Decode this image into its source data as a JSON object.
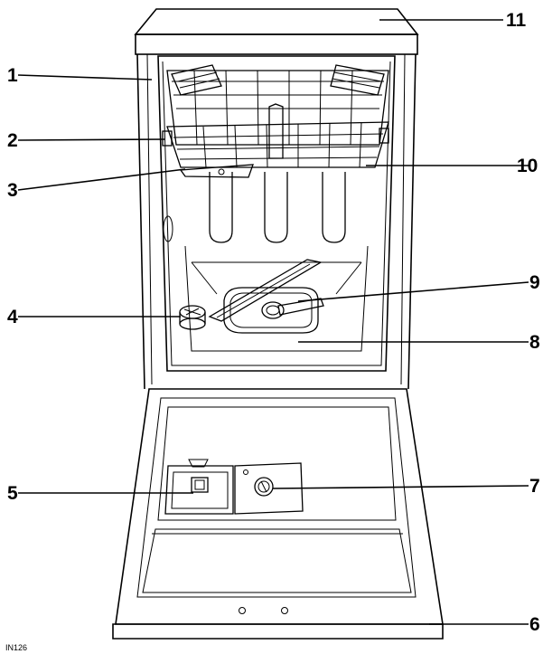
{
  "callouts": [
    {
      "id": "1",
      "text": "1"
    },
    {
      "id": "2",
      "text": "2"
    },
    {
      "id": "3",
      "text": "3"
    },
    {
      "id": "4",
      "text": "4"
    },
    {
      "id": "5",
      "text": "5"
    },
    {
      "id": "6",
      "text": "6"
    },
    {
      "id": "7",
      "text": "7"
    },
    {
      "id": "8",
      "text": "8"
    },
    {
      "id": "9",
      "text": "9"
    },
    {
      "id": "10",
      "text": "10"
    },
    {
      "id": "11",
      "text": "11"
    }
  ],
  "figure_code": "IN126"
}
